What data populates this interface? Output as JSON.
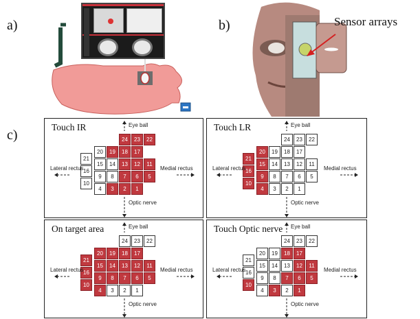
{
  "panel_labels": {
    "a": "a)",
    "b": "b)",
    "c": "c)"
  },
  "sensor_annotation": "Sensor arrays",
  "axis_labels": {
    "top": "Eye ball",
    "bottom": "Optic nerve",
    "left": "Lateral rectus",
    "right": "Medial rectus"
  },
  "colors": {
    "active": "#c0393f",
    "inactive": "#ffffff",
    "head": "#f19b98",
    "arrow": "#d42020"
  },
  "layout_rows": [
    [
      "",
      "24",
      "23",
      "22",
      "",
      ""
    ],
    [
      "20",
      "19",
      "18",
      "17",
      "",
      ""
    ],
    [
      "15",
      "14",
      "13",
      "12",
      "11",
      ""
    ],
    [
      "9",
      "8",
      "7",
      "6",
      "5",
      ""
    ],
    [
      "4",
      "3",
      "2",
      "1",
      "",
      ""
    ]
  ],
  "left_column": [
    "21",
    "16",
    "10"
  ],
  "panels": [
    {
      "title": "Touch IR",
      "active": [
        "24",
        "23",
        "22",
        "19",
        "18",
        "17",
        "13",
        "12",
        "11",
        "7",
        "6",
        "5",
        "3",
        "2",
        "1"
      ]
    },
    {
      "title": "Touch LR",
      "active": [
        "20",
        "21",
        "15",
        "16",
        "9",
        "10",
        "4"
      ]
    },
    {
      "title": "On target area",
      "active": [
        "20",
        "19",
        "18",
        "17",
        "21",
        "15",
        "14",
        "13",
        "12",
        "11",
        "16",
        "9",
        "8",
        "7",
        "6",
        "5",
        "10",
        "4"
      ]
    },
    {
      "title": "Touch Optic nerve",
      "active": [
        "18",
        "17",
        "12",
        "11",
        "7",
        "6",
        "5",
        "10",
        "3",
        "1"
      ]
    }
  ]
}
